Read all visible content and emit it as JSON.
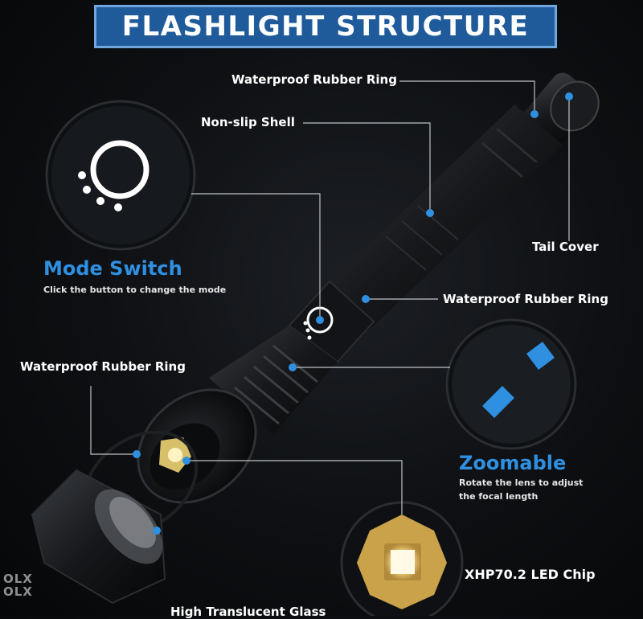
{
  "title": "FLASHLIGHT STRUCTURE",
  "labels": {
    "waterproof_ring_top": "Waterproof Rubber Ring",
    "non_slip_shell": "Non-slip Shell",
    "tail_cover": "Tail Cover",
    "waterproof_ring_middle": "Waterproof Rubber Ring",
    "waterproof_ring_left": "Waterproof Rubber Ring",
    "high_translucent_glass": "High Translucent Glass",
    "led_chip": "XHP70.2 LED Chip"
  },
  "mode_switch": {
    "title": "Mode Switch",
    "description": "Click the button to change the mode"
  },
  "zoomable": {
    "title": "Zoomable",
    "description_line1": "Rotate the lens to adjust",
    "description_line2": "the focal length"
  },
  "watermark": {
    "line1": "OLX",
    "line2": "OLX"
  },
  "colors": {
    "accent_blue": "#2f8fe0",
    "banner_blue": "#1f5a9a",
    "background": "#0d0f12"
  }
}
